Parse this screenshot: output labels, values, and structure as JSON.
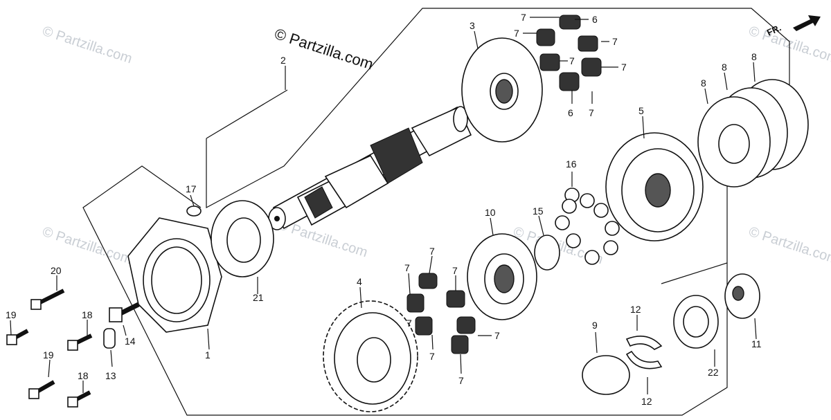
{
  "copyright": "© Partzilla.com",
  "watermark": "© Partzilla.com",
  "direction_label": "FR.",
  "callouts": {
    "p1": "1",
    "p2": "2",
    "p3": "3",
    "p4": "4",
    "p5": "5",
    "p6a": "6",
    "p6b": "6",
    "p7a": "7",
    "p7b": "7",
    "p7c": "7",
    "p7d": "7",
    "p7e": "7",
    "p7f": "7",
    "p7g": "7",
    "p7h": "7",
    "p7i": "7",
    "p7j": "7",
    "p7k": "7",
    "p7l": "7",
    "p7m": "7",
    "p8a": "8",
    "p8b": "8",
    "p8c": "8",
    "p9": "9",
    "p10": "10",
    "p11": "11",
    "p12a": "12",
    "p12b": "12",
    "p13": "13",
    "p14": "14",
    "p15": "15",
    "p16": "16",
    "p17": "17",
    "p18a": "18",
    "p18b": "18",
    "p19a": "19",
    "p19b": "19",
    "p20": "20",
    "p21": "21",
    "p22": "22"
  }
}
